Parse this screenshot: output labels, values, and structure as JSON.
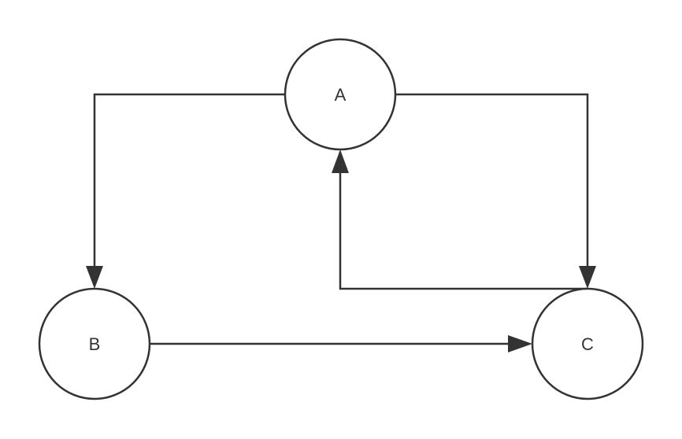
{
  "diagram": {
    "nodes": [
      {
        "id": "A",
        "label": "A"
      },
      {
        "id": "B",
        "label": "B"
      },
      {
        "id": "C",
        "label": "C"
      }
    ],
    "edges": [
      {
        "from": "A",
        "to": "B"
      },
      {
        "from": "A",
        "to": "C"
      },
      {
        "from": "B",
        "to": "C"
      },
      {
        "from": "C",
        "to": "A"
      }
    ],
    "colors": {
      "stroke": "#333333",
      "background": "#ffffff"
    }
  }
}
